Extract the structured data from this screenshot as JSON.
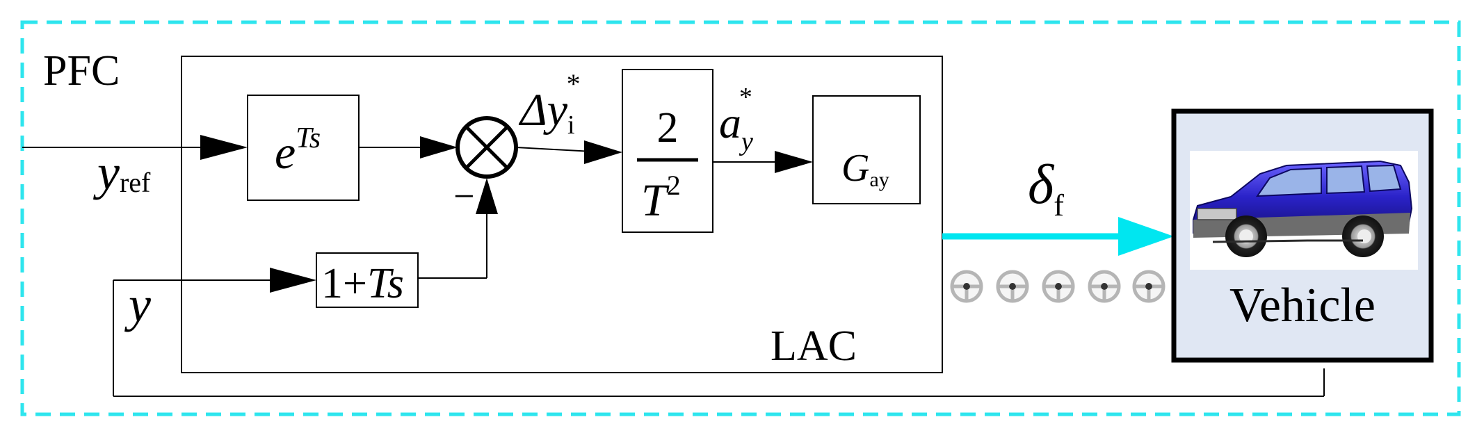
{
  "outer_label": "PFC",
  "inner_label": "LAC",
  "signals": {
    "y_ref": {
      "base": "y",
      "sub": "ref"
    },
    "y_fb": "y",
    "delta_y": {
      "base": "Δy",
      "sub": "i",
      "sup": "*"
    },
    "a_y": {
      "base": "a",
      "sub": "y",
      "sup": "*"
    },
    "delta_f": {
      "base": "δ",
      "sub": "f"
    }
  },
  "blocks": {
    "prediction": {
      "base": "e",
      "sup": "Ts"
    },
    "feedback": {
      "prefix": "1+",
      "term": "Ts"
    },
    "gain": {
      "numerator": "2",
      "den_base": "T",
      "den_sup": "2"
    },
    "controller": {
      "base": "G",
      "sub": "ay"
    }
  },
  "sum_sign": "−",
  "vehicle_label": "Vehicle",
  "colors": {
    "pfc_border": "#2ee5ee",
    "control_arrow": "#00e6f0",
    "vehicle_bg": "#e0e7f3",
    "car_body": "#2a22c8",
    "steering_icon": "#b5b5b5"
  }
}
